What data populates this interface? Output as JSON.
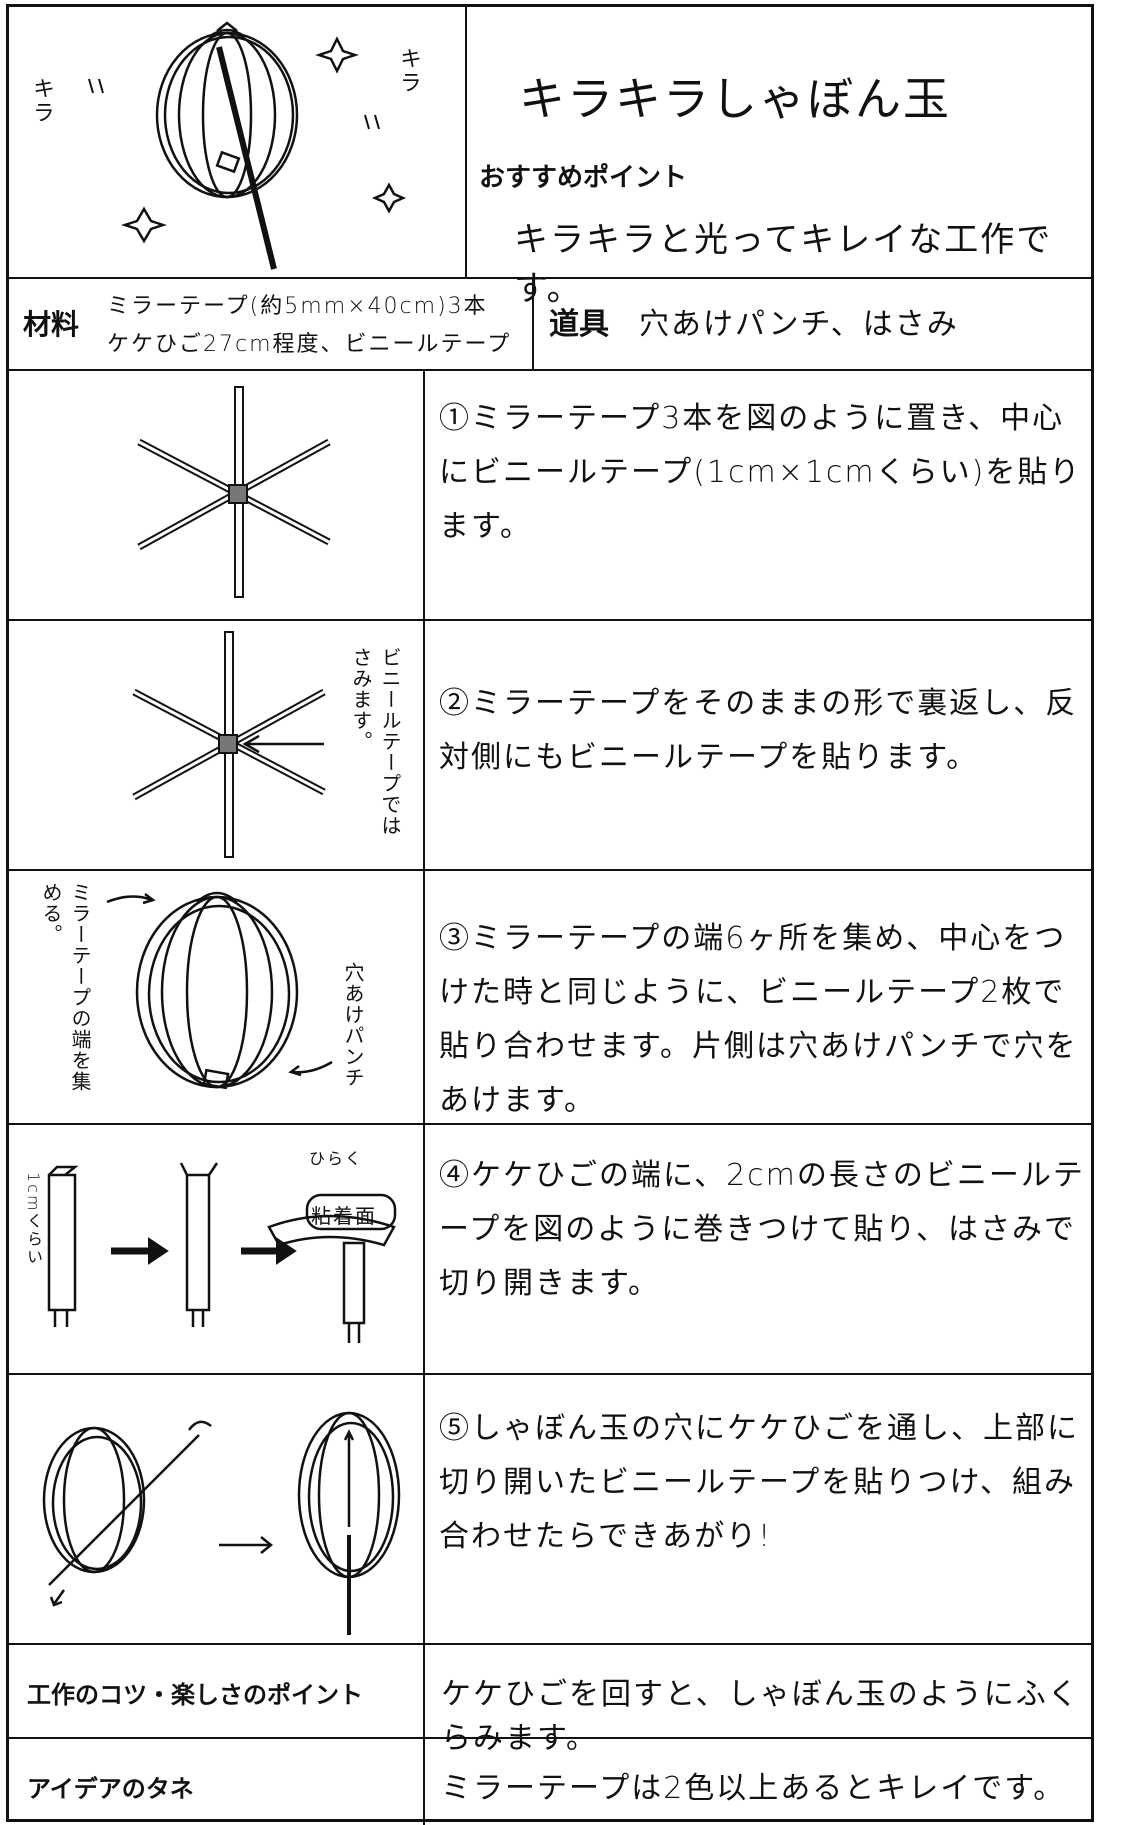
{
  "header": {
    "title": "キラキラしゃぼん玉",
    "recommend_label": "おすすめポイント",
    "recommend_text": "キラキラと光ってキレイな工作です。",
    "sfx_left": "キラ",
    "sfx_right": "キラ"
  },
  "materials": {
    "label": "材料",
    "line1": "ミラーテープ(約5mm×40cm)3本",
    "line2": "ケケひご27cm程度、ビニールテープ"
  },
  "tools": {
    "label": "道具",
    "text": "穴あけパンチ、はさみ"
  },
  "steps": [
    {
      "text": "①ミラーテープ3本を図のように置き、中心にビニールテープ(1cm×1cmくらい)を貼ります。"
    },
    {
      "text": "②ミラーテープをそのままの形で裏返し、反対側にもビニールテープを貼ります。",
      "note": "ビニールテープではさみます。"
    },
    {
      "text": "③ミラーテープの端6ヶ所を集め、中心をつけた時と同じように、ビニールテープ2枚で貼り合わせます。片側は穴あけパンチで穴をあけます。",
      "note_left": "ミラーテープの端を集める。",
      "note_right": "穴あけパンチ"
    },
    {
      "text": "④ケケひごの端に、2cmの長さのビニールテープを図のように巻きつけて貼り、はさみで切り開きます。",
      "note_size": "1cmくらい",
      "note_open": "ひらく",
      "note_adhesive": "粘着面"
    },
    {
      "text": "⑤しゃぼん玉の穴にケケひごを通し、上部に切り開いたビニールテープを貼りつけ、組み合わせたらできあがり!"
    }
  ],
  "tips": {
    "label": "工作のコツ・楽しさのポイント",
    "text": "ケケひごを回すと、しゃぼん玉のようにふくらみます。"
  },
  "ideas": {
    "label": "アイデアのタネ",
    "text": "ミラーテープは2色以上あるとキレイです。"
  }
}
